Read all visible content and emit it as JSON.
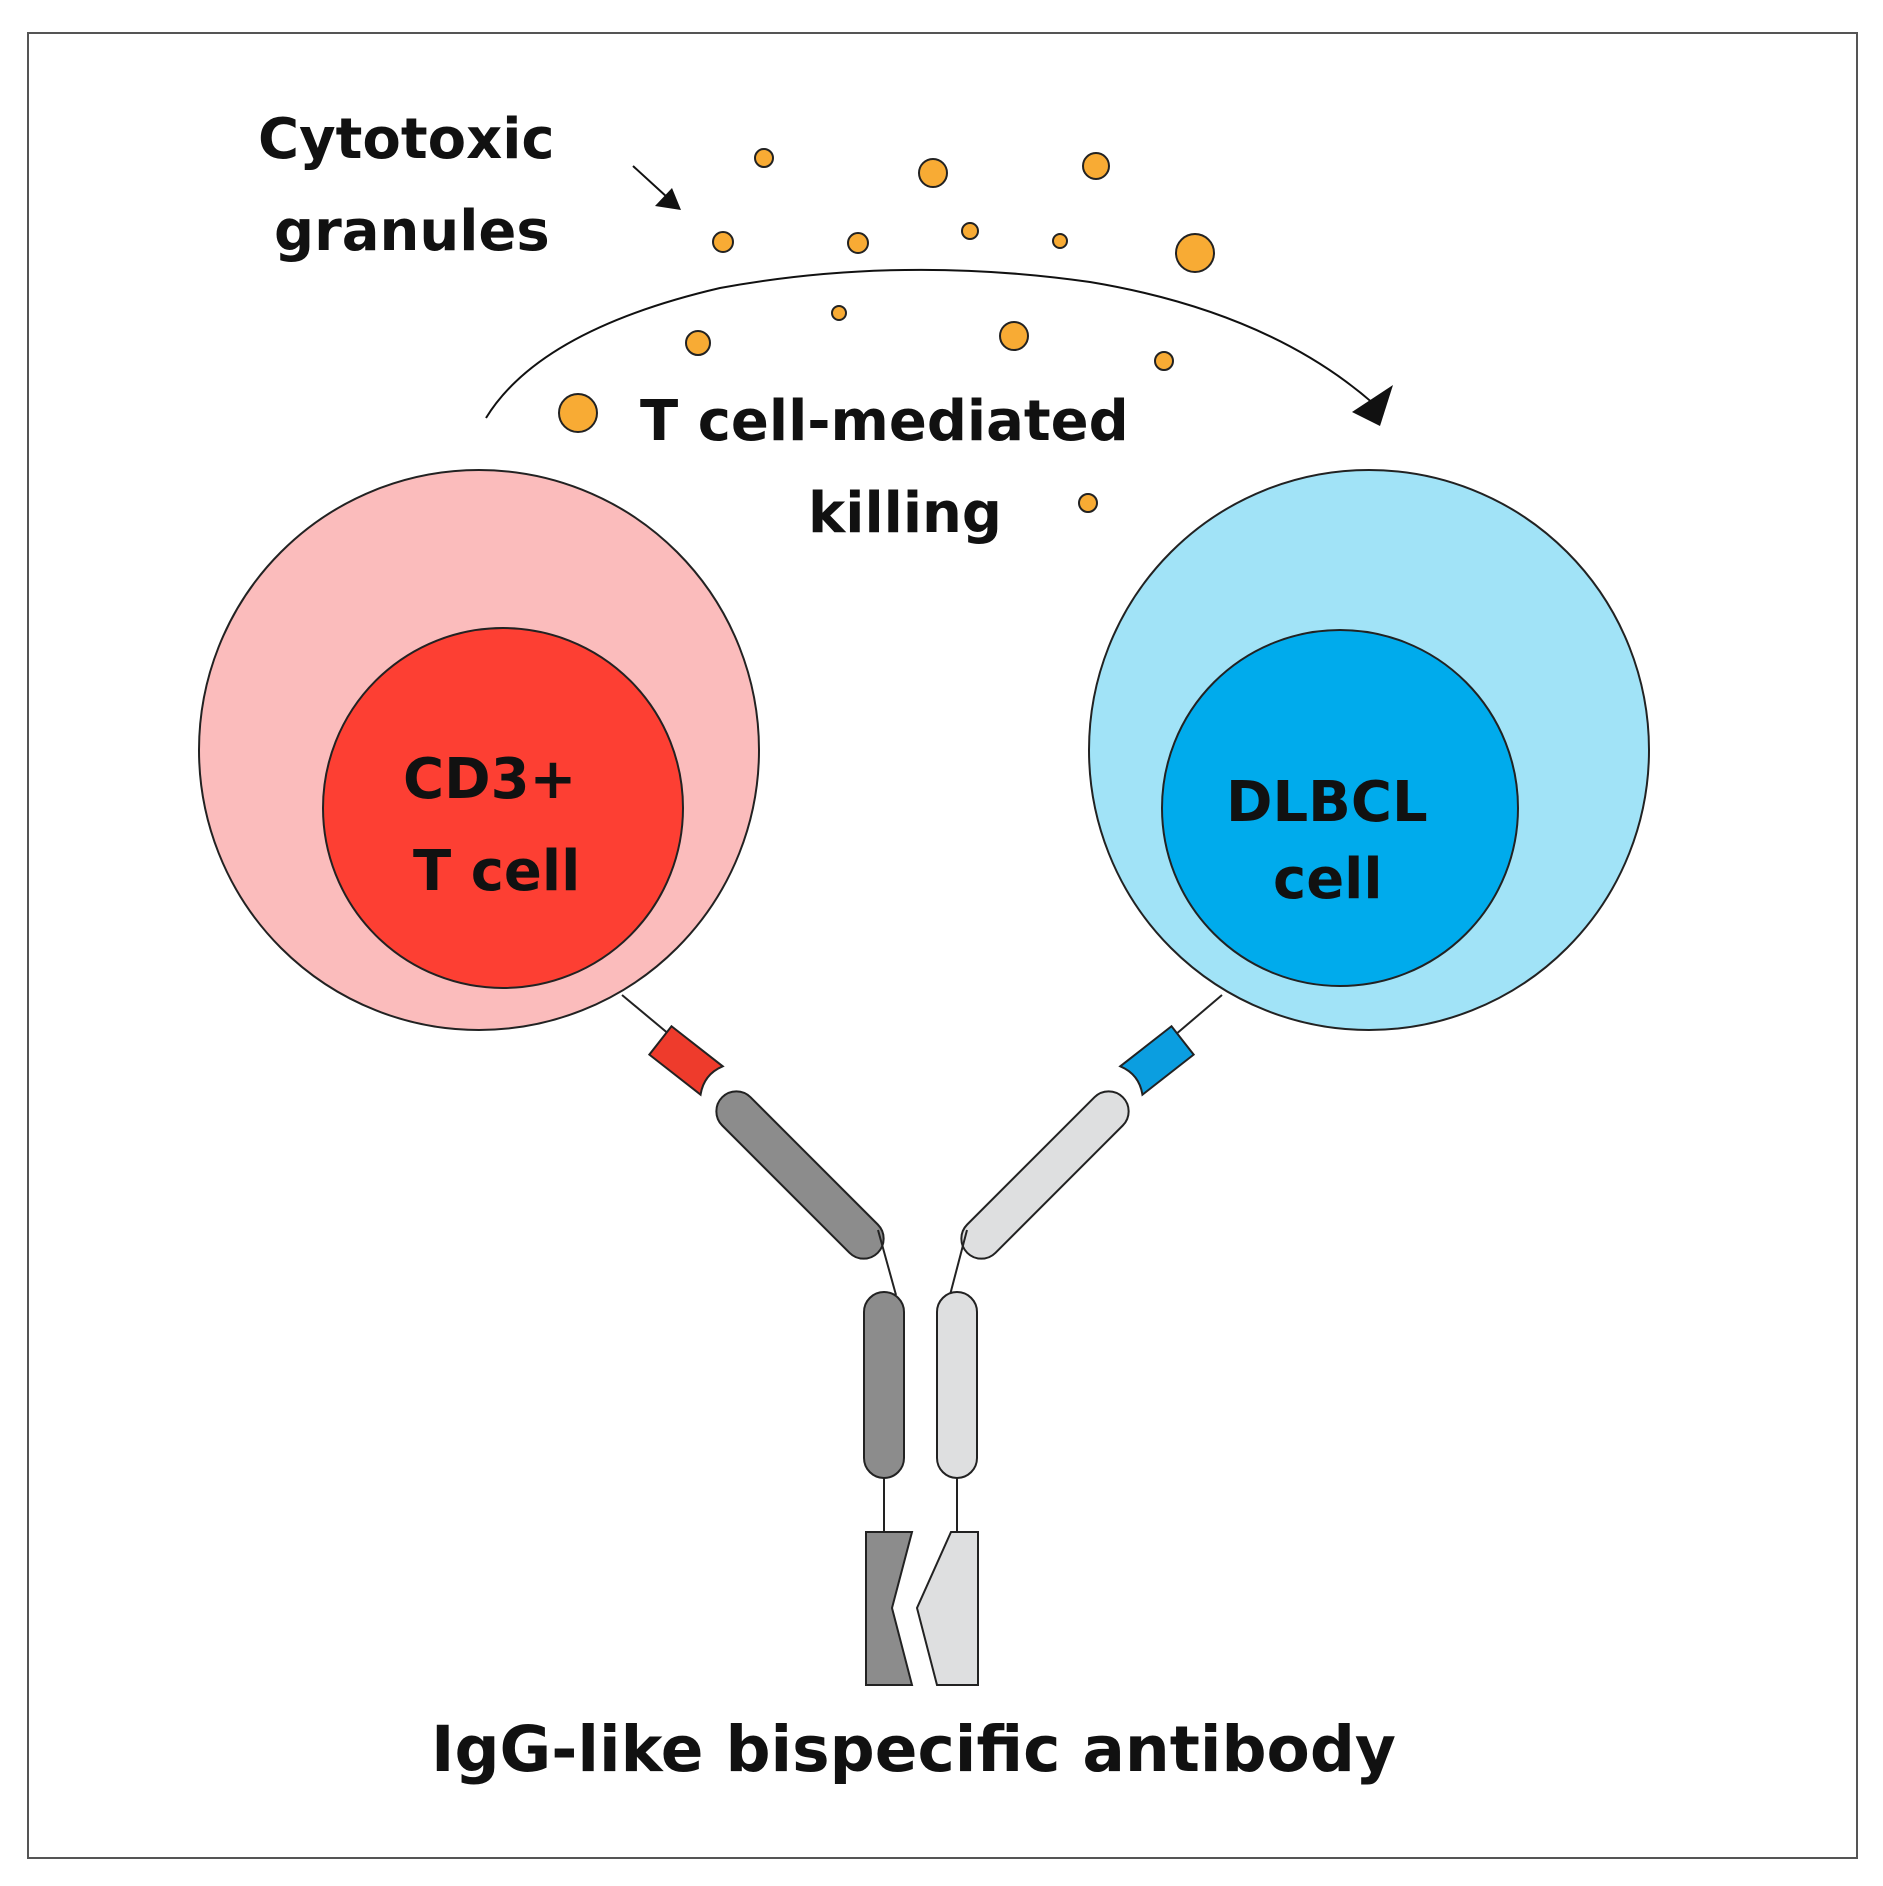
{
  "labels": {
    "cytotoxic_line1": "Cytotoxic",
    "cytotoxic_line2": "granules",
    "killing_line1": "T cell-mediated",
    "killing_line2": "killing",
    "tcell_line1": "CD3+",
    "tcell_line2": "T cell",
    "dlbcl_line1": "DLBCL",
    "dlbcl_line2": "cell",
    "antibody": "IgG-like bispecific antibody"
  },
  "colors": {
    "tcell_outer": "#fbbcbc",
    "tcell_inner": "#fd3f33",
    "tcell_receptor": "#ee3b2c",
    "dlbcl_outer": "#a1e3f7",
    "dlbcl_inner": "#00abec",
    "dlbcl_receptor": "#0b9ee0",
    "granule": "#f8ab34",
    "antibody_dark": "#8c8c8c",
    "antibody_light": "#dedfe0",
    "outline": "#222222"
  }
}
